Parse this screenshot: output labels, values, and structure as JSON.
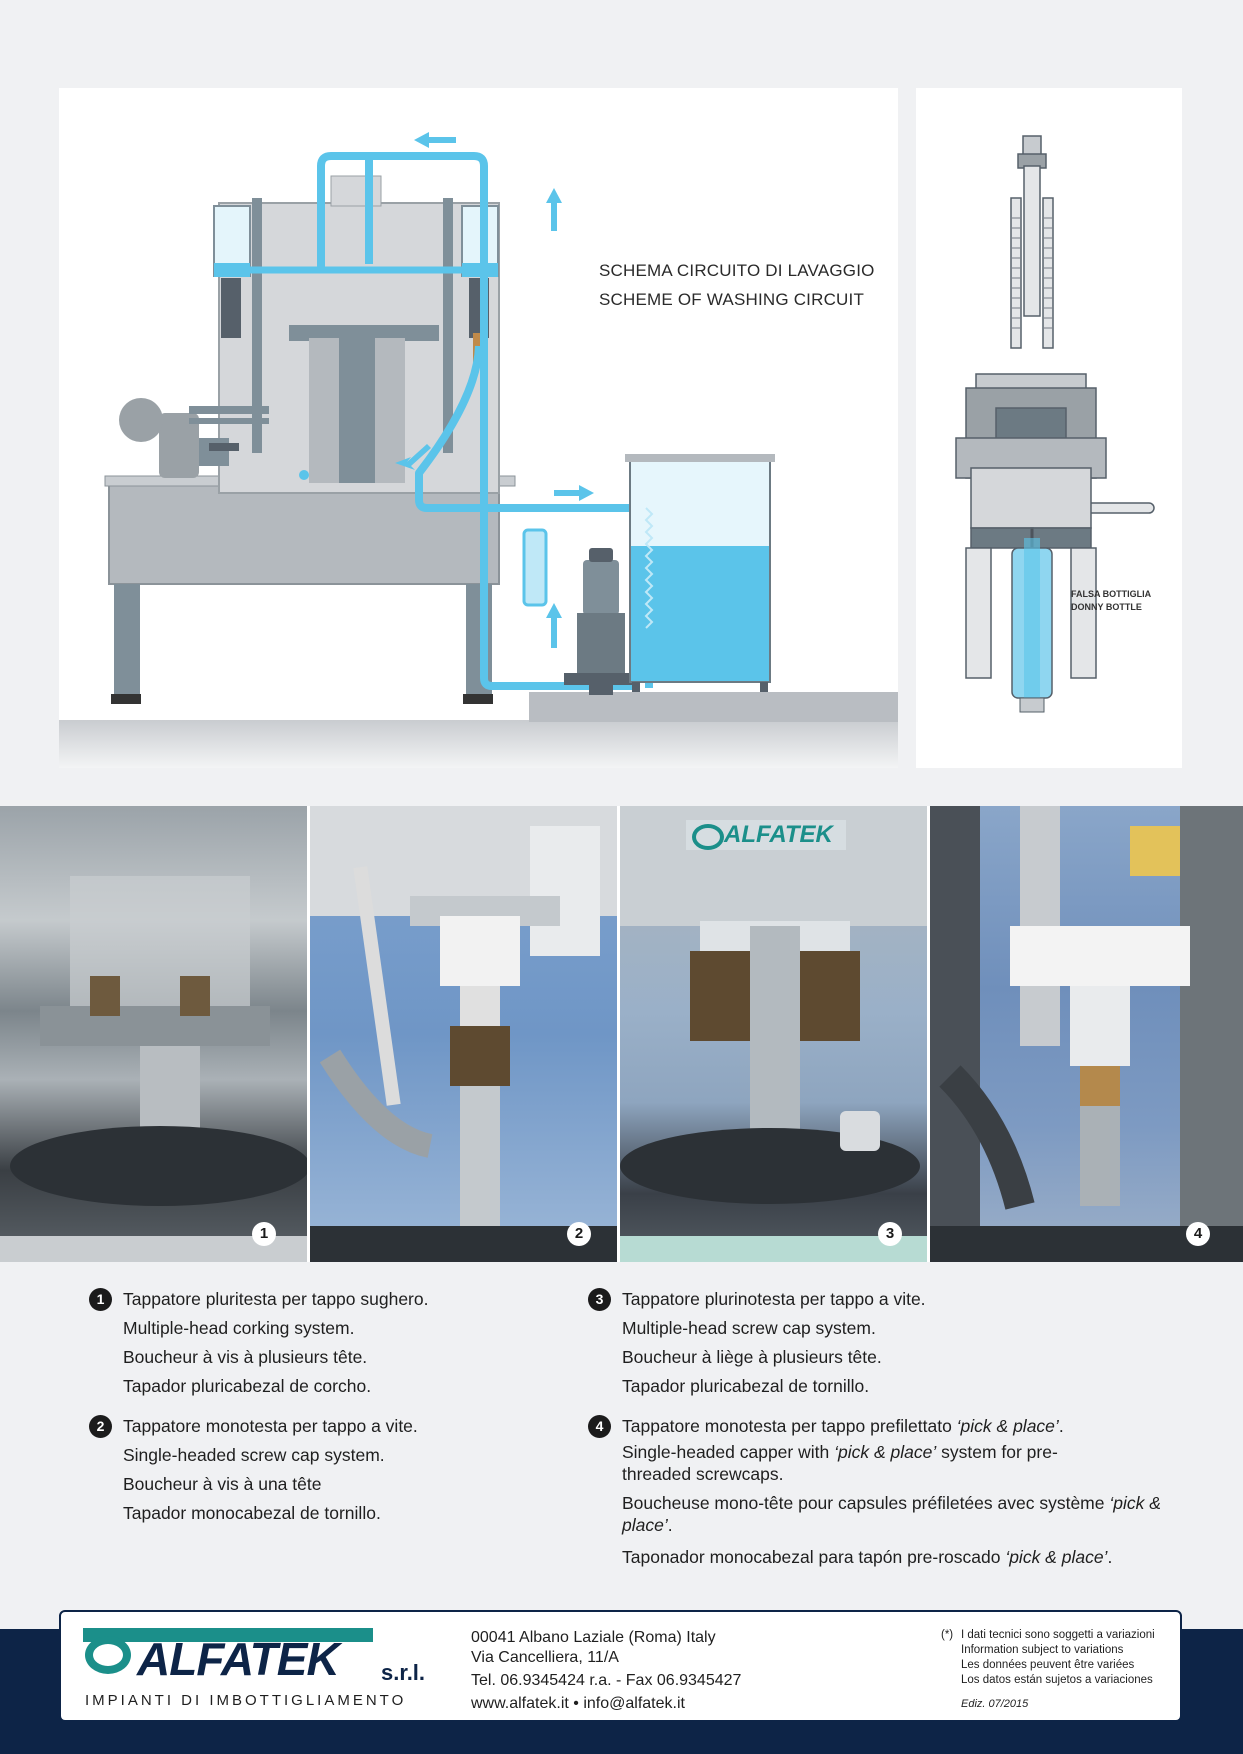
{
  "schema": {
    "title_it": "SCHEMA CIRCUITO DI LAVAGGIO",
    "title_en": "SCHEME OF WASHING CIRCUIT"
  },
  "dummy_bottle": {
    "label_it": "FALSA BOTTIGLIA",
    "label_en": "DONNY BOTTLE"
  },
  "photos": [
    {
      "number": "1"
    },
    {
      "number": "2"
    },
    {
      "number": "3",
      "logo": "ALFATEK"
    },
    {
      "number": "4"
    }
  ],
  "captions": [
    {
      "number": "1",
      "lines": [
        "Tappatore pluritesta per tappo sughero.",
        "Multiple-head corking system.",
        "Boucheur à vis à plusieurs tête.",
        "Tapador pluricabezal de corcho."
      ]
    },
    {
      "number": "2",
      "lines": [
        "Tappatore monotesta per tappo a vite.",
        "Single-headed screw cap system.",
        "Boucheur à vis à una tête",
        "Tapador monocabezal de tornillo."
      ]
    },
    {
      "number": "3",
      "lines": [
        "Tappatore plurinotesta per tappo a vite.",
        "Multiple-head screw cap system.",
        "Boucheur à liège à plusieurs tête.",
        "Tapador pluricabezal de tornillo."
      ]
    },
    {
      "number": "4",
      "l1": "Tappatore monotesta per tappo prefilettato ",
      "l1_em": "‘pick & place’",
      "l1_end": ".",
      "l2": "Single-headed capper with ",
      "l2_em": "‘pick & place’",
      "l2_end": " system for pre-threaded screwcaps.",
      "l3": "Boucheuse mono-tête pour capsules préfiletées avec système ",
      "l3_em": "‘pick & place’",
      "l3_end": ".",
      "l4": "Taponador monocabezal para tapón pre-roscado ",
      "l4_em": "‘pick & place’",
      "l4_end": "."
    }
  ],
  "footer": {
    "brand": "ALFATEK",
    "suffix": "s.r.l.",
    "tagline": "IMPIANTI DI IMBOTTIGLIAMENTO",
    "address_1": "00041 Albano Laziale (Roma) Italy",
    "address_2": "Via Cancelliera, 11/A",
    "phone": "Tel. 06.9345424 r.a. - Fax 06.9345427",
    "web": "www.alfatek.it",
    "sep": "•",
    "email": "info@alfatek.it",
    "note_mark": "(*)",
    "notes": [
      "I dati tecnici sono soggetti a variazioni",
      "Information subject to variations",
      "Les données peuvent être variées",
      "Los datos están sujetos a variaciones"
    ],
    "edition": "Ediz. 07/2015"
  },
  "colors": {
    "water": "#5bc4ea",
    "machine_grey": "#7f8f99",
    "navy": "#0d2447",
    "logo_teal": "#1b8f8a"
  }
}
